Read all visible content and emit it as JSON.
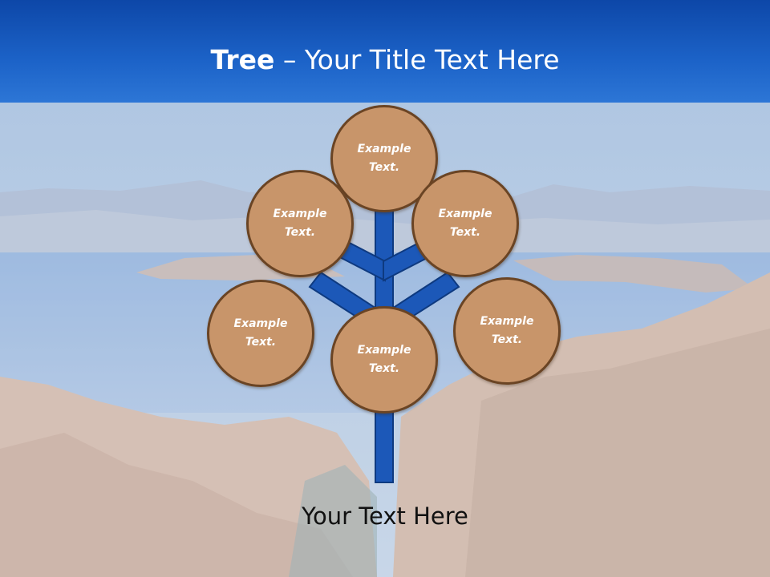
{
  "slide": {
    "title_bold": "Tree",
    "title_rest": " – Your Title Text Here",
    "caption": "Your Text Here"
  },
  "nodes": [
    {
      "id": "top",
      "text": "Example\nText."
    },
    {
      "id": "upper-left",
      "text": "Example\nText."
    },
    {
      "id": "upper-right",
      "text": "Example\nText."
    },
    {
      "id": "lower-left",
      "text": "Example\nText."
    },
    {
      "id": "center",
      "text": "Example\nText."
    },
    {
      "id": "lower-right",
      "text": "Example\nText."
    }
  ],
  "colors": {
    "header": "#1c63c8",
    "node_fill": "#c8956a",
    "node_border": "#6a4424",
    "branch_fill": "#1c58b8",
    "branch_stroke": "#0e3a80"
  }
}
